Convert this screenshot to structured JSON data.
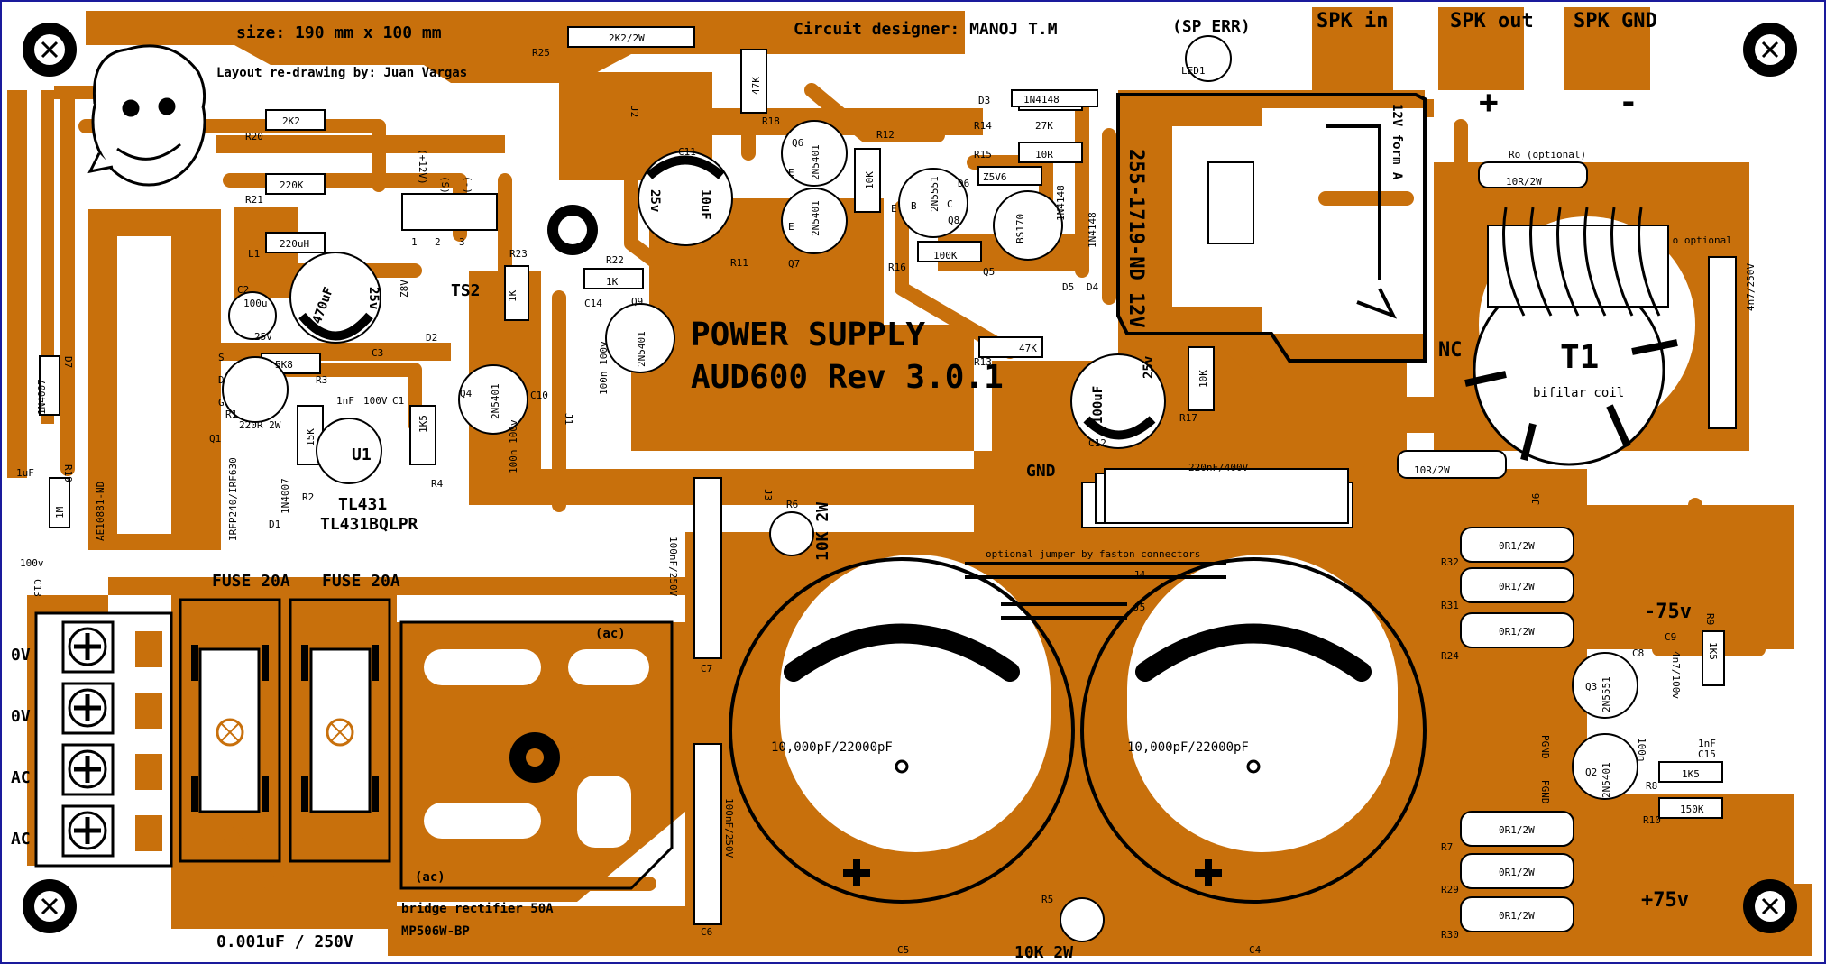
{
  "header": {
    "size": "size: 190 mm x 100 mm",
    "redraw": "Layout re-drawing by: Juan Vargas",
    "designer": "Circuit designer: MANOJ  T.M",
    "sp_err": "(SP ERR)"
  },
  "title": {
    "line1": "POWER SUPPLY",
    "line2": "AUD600 Rev 3.0.1"
  },
  "connectors": {
    "spk_in": "SPK in",
    "spk_out": "SPK out",
    "spk_gnd": "SPK GND",
    "plus": "+",
    "minus": "-",
    "gnd": "GND",
    "neg75": "-75v",
    "pos75": "+75v",
    "nc": "NC",
    "input_labels": [
      "0V",
      "0V",
      "AC",
      "AC"
    ],
    "fuse1": "FUSE 20A",
    "fuse2": "FUSE 20A",
    "rectifier1": "bridge rectifier 50A",
    "rectifier2": "MP506W-BP",
    "ac1": "(ac)",
    "ac2": "(ac)",
    "cap_bottom": "0.001uF / 250V",
    "r5_value": "10K 2W",
    "r6_value": "10K 2W",
    "jumper_note": "optional jumper by faston connectors",
    "pgnd1": "PGND",
    "pgnd2": "PGND"
  },
  "transformer": {
    "t1": "T1",
    "coil": "bifilar coil",
    "ro": "Ro (optional)",
    "ro_val": "10R/2W",
    "lo": "Lo optional",
    "c_val": "4n7/250V",
    "r_val": "10R/2W"
  },
  "relay": {
    "part": "255-1719-ND 12V",
    "form": "12V form A"
  },
  "big_caps": {
    "c5_value": "10,000pF/22000pF",
    "c4_value": "10,000pF/22000pF",
    "c5": "C5",
    "c4": "C4"
  },
  "parts": {
    "r25": "R25",
    "r25v": "2K2/2W",
    "r20": "R20",
    "r20v": "2K2",
    "r21": "R21",
    "r21v": "220K",
    "l1": "L1",
    "l1v": "220uH",
    "c2": "C2",
    "c2v": "100u",
    "c2v2": "25v",
    "c3": "C3",
    "c3v": "470uF",
    "c3v2": "25v",
    "z8v": "Z8V",
    "d2": "D2",
    "ts2": "TS2",
    "r23": "R23",
    "r23v": "1K",
    "r22": "R22",
    "r22v": "1K",
    "c14": "C14",
    "c14v": "100n 100v",
    "q9": "Q9",
    "q9v": "2N5401",
    "q4": "Q4",
    "q4v": "2N5401",
    "c10": "C10",
    "c10v": "100n 100v",
    "j1": "J1",
    "j2": "J2",
    "j3": "J3",
    "j4": "J4",
    "j5": "J5",
    "j6": "J6",
    "c11": "C11",
    "c11v": "10uF",
    "c11v2": "25v",
    "r18": "R18",
    "r18v": "47K",
    "r11": "R11",
    "r11v": "10K",
    "q6": "Q6",
    "q6v": "2N5401",
    "q7": "Q7",
    "q7v": "2N5401",
    "r12": "R12",
    "r12v": "10K",
    "q8": "Q8",
    "q8v": "2N5551",
    "r16": "R16",
    "r16v": "100K",
    "d3": "D3",
    "d3v": "1N4148",
    "r14": "R14",
    "r14v": "27K",
    "r15": "R15",
    "r15v": "10R",
    "d6": "D6",
    "d6v": "Z5V6",
    "q5": "Q5",
    "q5v": "BS170",
    "d5": "D5",
    "d5v": "1N4148",
    "d4": "D4",
    "d4v": "1N4148",
    "r13": "R13",
    "r13v": "47K",
    "c12": "C12",
    "c12v": "100uF",
    "c12v2": "25v",
    "r17": "R17",
    "r17v": "10K",
    "led1": "LED1",
    "d7": "D7",
    "d7v": "1N4007",
    "r19": "R19",
    "r19v": "1M",
    "c13": "C13",
    "c13v": "1uF",
    "c13v2": "100v",
    "ac10881": "AE10881-ND",
    "q1": "Q1",
    "q1v": "IRFP240/IRF630",
    "r1": "R1",
    "r1v": "220R 2W",
    "r3": "R3",
    "r3v": "5K8",
    "r2": "R2",
    "r2v": "15K",
    "d1": "D1",
    "d1v": "1N4007",
    "c1": "C1",
    "c1v": "1nF",
    "c1v2": "100V",
    "u1": "U1",
    "u1v": "TL431",
    "u1v2": "TL431BQLPR",
    "r4": "R4",
    "r4v": "1K5",
    "c7": "C7",
    "c7v": "100nF/250V",
    "c6": "C6",
    "c6v": "100nF/250V",
    "r6": "R6",
    "r5": "R5",
    "c220": "220nF/400V",
    "r32": "R32",
    "r31": "R31",
    "r24": "R24",
    "r7": "R7",
    "r29": "R29",
    "r30": "R30",
    "r01": "0R1/2W",
    "q3": "Q3",
    "q3v": "2N5551",
    "q2": "Q2",
    "q2v": "2N5401",
    "c8": "C8",
    "c8v": "100n",
    "c9": "C9",
    "c9v": "4n7/100v",
    "r9": "R9",
    "r9v": "1K5",
    "c15": "C15",
    "c15v": "1nF",
    "r8": "R8",
    "r8v": "1K5",
    "r10": "R10",
    "r10v": "150K",
    "ebc_e": "E",
    "ebc_b": "B",
    "ebc_c": "C",
    "s": "S",
    "d": "D",
    "g": "G",
    "p12v": "(+12V)",
    "ps": "(S)",
    "pm": "(-)",
    "n1": "1",
    "n2": "2",
    "n3": "3"
  },
  "colors": {
    "copper": "#c8700c",
    "silk": "#000000",
    "board": "#ffffff",
    "frame": "#1a1a9c"
  }
}
